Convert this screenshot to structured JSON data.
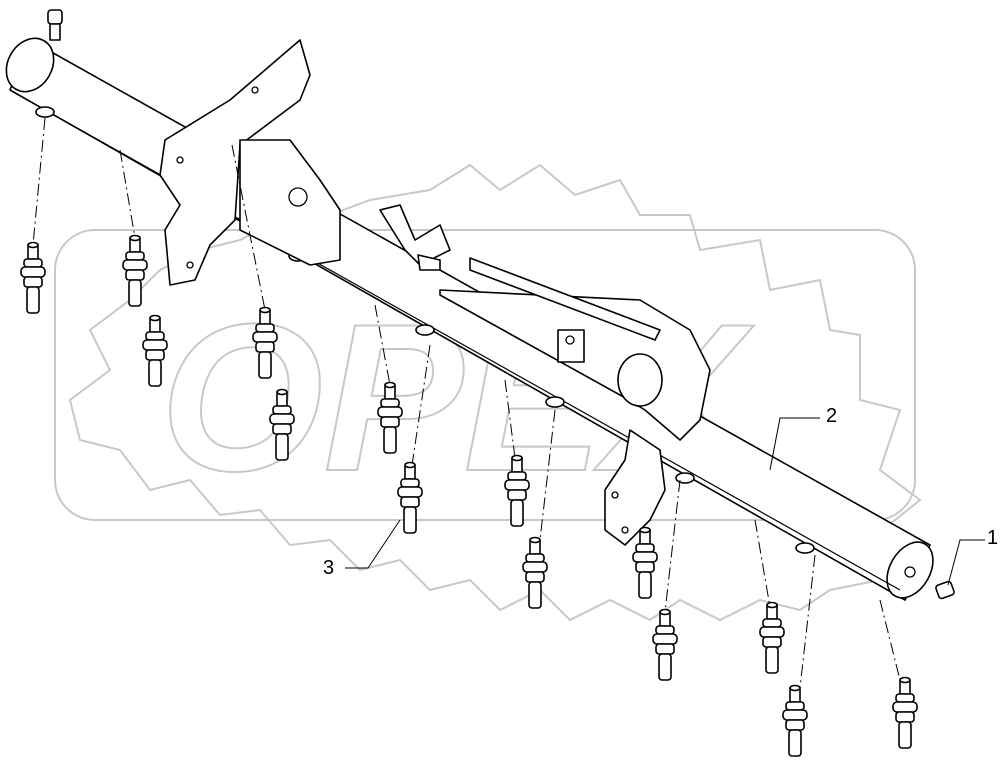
{
  "callouts": [
    {
      "label": "1"
    },
    {
      "label": "2"
    },
    {
      "label": "3"
    }
  ],
  "watermark": {
    "text": "OPEX",
    "color": "#c8c8c8"
  },
  "icons": [
    "gear-watermark",
    "axle-tube",
    "mounting-bracket",
    "pivot-arm",
    "threaded-pin",
    "end-plug"
  ]
}
